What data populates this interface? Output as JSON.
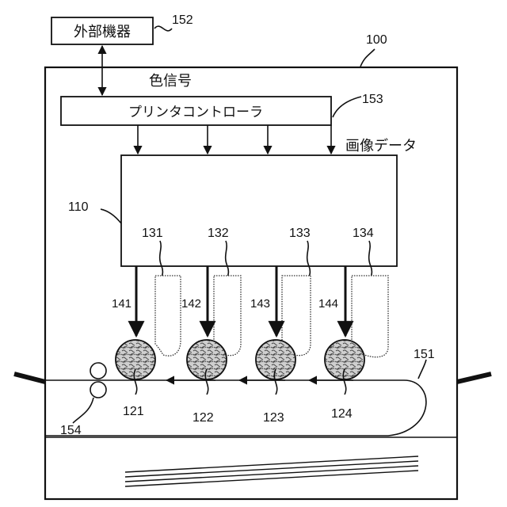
{
  "labels": {
    "external_device": "外部機器",
    "color_signal": "色信号",
    "printer_controller": "プリンタコントローラ",
    "image_data": "画像データ"
  },
  "refs": {
    "r152": "152",
    "r100": "100",
    "r153": "153",
    "r110": "110",
    "r131": "131",
    "r132": "132",
    "r133": "133",
    "r134": "134",
    "r141": "141",
    "r142": "142",
    "r143": "143",
    "r144": "144",
    "r151": "151",
    "r121": "121",
    "r122": "122",
    "r123": "123",
    "r124": "124",
    "r154": "154"
  }
}
